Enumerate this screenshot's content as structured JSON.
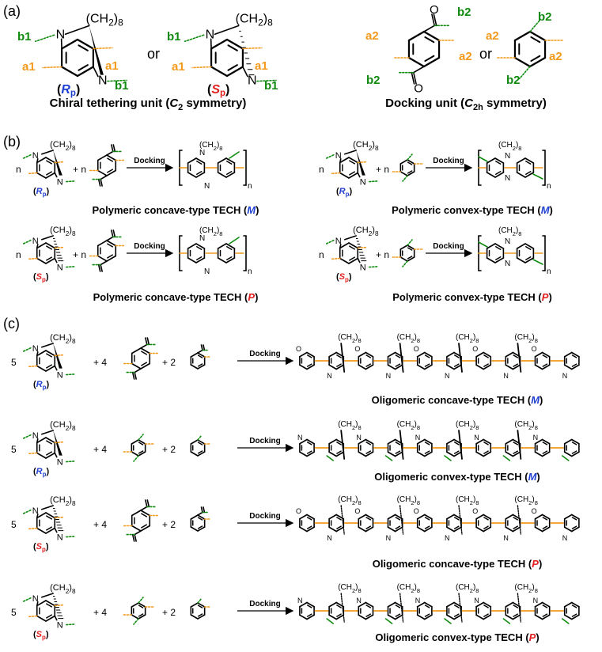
{
  "panels": {
    "a": "(a)",
    "b": "(b)",
    "c": "(c)"
  },
  "labels": {
    "b1": "b1",
    "b2": "b2",
    "a1": "a1",
    "a2": "a2",
    "or": "or",
    "n": "n",
    "plus_n": "+ n",
    "plus_4": "+ 4",
    "plus_2": "+ 2",
    "five": "5",
    "N": "N",
    "O": "O",
    "subscript_n": "n",
    "chain": "(CH",
    "chain_sub2": "2",
    "chain_close": ")",
    "chain_sub8": "8",
    "docking": "Docking",
    "R": "R",
    "S": "S",
    "p": "p",
    "open_paren": "(",
    "close_paren": ")"
  },
  "captions": {
    "chiral_unit_pre": "Chiral tethering unit (",
    "chiral_unit_C": "C",
    "chiral_unit_sub": "2",
    "chiral_unit_post": " symmetry)",
    "docking_unit_pre": "Docking unit (",
    "docking_unit_C": "C",
    "docking_unit_sub": "2h",
    "docking_unit_post": " symmetry)",
    "poly_concave_pre": "Polymeric concave-type TECH (",
    "poly_convex_pre": "Polymeric convex-type TECH (",
    "oligo_concave_pre": "Oligomeric concave-type TECH (",
    "oligo_convex_pre": "Oligomeric convex-type TECH (",
    "M": "M",
    "P": "P",
    "close": ")"
  },
  "colors": {
    "orange": "#f39a1c",
    "green": "#0f8a0f",
    "blue": "#1f3fd1",
    "red": "#e1201f",
    "black": "#000000"
  }
}
